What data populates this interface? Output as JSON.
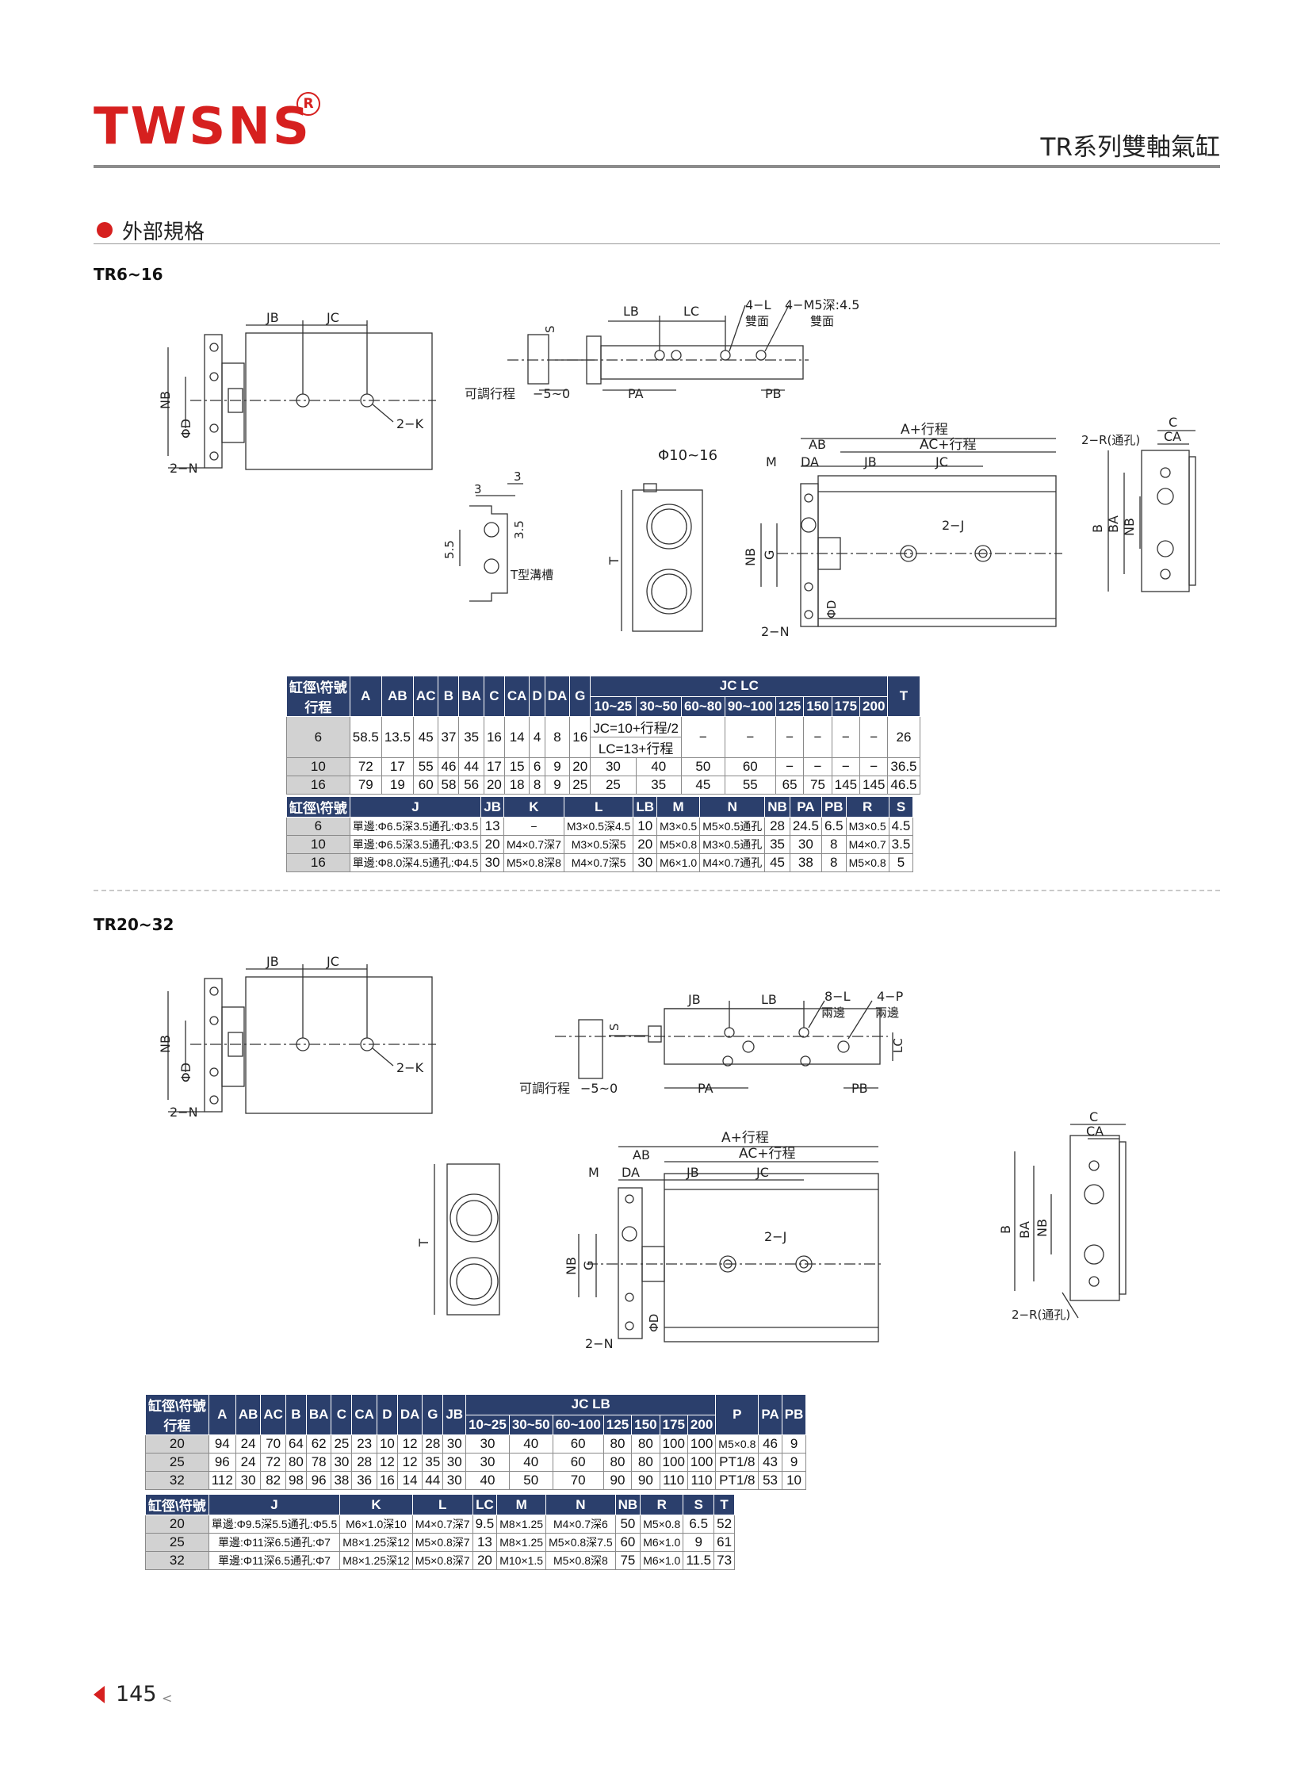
{
  "header": {
    "brand": "TWSNS",
    "registered": "R",
    "series_title": "TR系列雙軸氣缸"
  },
  "section": {
    "title": "外部規格"
  },
  "model_top": "TR6~16",
  "model_bottom": "TR20~32",
  "page": {
    "number": "145",
    "arrow": "<"
  },
  "drawing_labels": {
    "JB": "JB",
    "JC": "JC",
    "NB": "NB",
    "PHI_D": "ΦD",
    "TWO_N": "2−N",
    "TWO_K": "2−K",
    "LB": "LB",
    "LC": "LC",
    "FOUR_L": "4−L",
    "FOUR_M5": "4−M5深:4.5",
    "BOTH_SIDES": "雙面",
    "S": "S",
    "ADJ_STROKE": "可調行程",
    "FIVE_ZERO": "−5~0",
    "PA": "PA",
    "PB": "PB",
    "THREE": "3",
    "THREE_FIVE": "3.5",
    "FIVE_FIVE": "5.5",
    "T_SLOT": "T型溝槽",
    "PHI_10_16": "Φ10~16",
    "T": "T",
    "A_STROKE": "A+行程",
    "AC_STROKE": "AC+行程",
    "AB": "AB",
    "DA": "DA",
    "M": "M",
    "G": "G",
    "TWO_J": "2−J",
    "TWO_R": "2−R(通孔)",
    "C": "C",
    "CA": "CA",
    "B": "B",
    "BA": "BA",
    "EIGHT_L": "8−L",
    "FOUR_P": "4−P",
    "BOTH_SIDES_2": "兩邊"
  },
  "table1": {
    "corner_top": "缸徑\\符號",
    "corner_bottom": "行程",
    "cols": [
      "A",
      "AB",
      "AC",
      "B",
      "BA",
      "C",
      "CA",
      "D",
      "DA",
      "G"
    ],
    "jc_lc_header": "JC   LC",
    "stroke_cols": [
      "10~25",
      "30~50",
      "60~80",
      "90~100",
      "125",
      "150",
      "175",
      "200"
    ],
    "t_col": "T",
    "row6": {
      "bore": "6",
      "vals": [
        "58.5",
        "13.5",
        "45",
        "37",
        "35",
        "16",
        "14",
        "4",
        "8",
        "16"
      ],
      "formula_jc": "JC=10+行程/2",
      "formula_lc": "LC=13+行程",
      "dashes": [
        "−",
        "−",
        "−",
        "−",
        "−",
        "−"
      ],
      "t": "26"
    },
    "rows": [
      {
        "bore": "10",
        "vals": [
          "72",
          "17",
          "55",
          "46",
          "44",
          "17",
          "15",
          "6",
          "9",
          "20"
        ],
        "strokes": [
          "30",
          "40",
          "50",
          "60",
          "−",
          "−",
          "−",
          "−"
        ],
        "t": "36.5"
      },
      {
        "bore": "16",
        "vals": [
          "79",
          "19",
          "60",
          "58",
          "56",
          "20",
          "18",
          "8",
          "9",
          "25"
        ],
        "strokes": [
          "25",
          "35",
          "45",
          "55",
          "65",
          "75",
          "145",
          "145"
        ],
        "t": "46.5"
      }
    ]
  },
  "table2": {
    "corner": "缸徑\\符號",
    "cols": [
      "J",
      "JB",
      "K",
      "L",
      "LB",
      "M",
      "N",
      "NB",
      "PA",
      "PB",
      "R",
      "S"
    ],
    "rows": [
      [
        "6",
        "單邊:Φ6.5深3.5通孔:Φ3.5",
        "13",
        "−",
        "M3×0.5深4.5",
        "10",
        "M3×0.5",
        "M5×0.5通孔",
        "28",
        "24.5",
        "6.5",
        "M3×0.5",
        "4.5"
      ],
      [
        "10",
        "單邊:Φ6.5深3.5通孔:Φ3.5",
        "20",
        "M4×0.7深7",
        "M3×0.5深5",
        "20",
        "M5×0.8",
        "M3×0.5通孔",
        "35",
        "30",
        "8",
        "M4×0.7",
        "3.5"
      ],
      [
        "16",
        "單邊:Φ8.0深4.5通孔:Φ4.5",
        "30",
        "M5×0.8深8",
        "M4×0.7深5",
        "30",
        "M6×1.0",
        "M4×0.7通孔",
        "45",
        "38",
        "8",
        "M5×0.8",
        "5"
      ]
    ]
  },
  "table3": {
    "corner_top": "缸徑\\符號",
    "corner_bottom": "行程",
    "cols": [
      "A",
      "AB",
      "AC",
      "B",
      "BA",
      "C",
      "CA",
      "D",
      "DA",
      "G",
      "JB"
    ],
    "jc_lb_header": "JC   LB",
    "stroke_cols": [
      "10~25",
      "30~50",
      "60~100",
      "125",
      "150",
      "175",
      "200"
    ],
    "tail_cols": [
      "P",
      "PA",
      "PB"
    ],
    "rows": [
      {
        "bore": "20",
        "vals": [
          "94",
          "24",
          "70",
          "64",
          "62",
          "25",
          "23",
          "10",
          "12",
          "28",
          "30"
        ],
        "strokes": [
          "30",
          "40",
          "60",
          "80",
          "80",
          "100",
          "100"
        ],
        "tail": [
          "M5×0.8",
          "46",
          "9"
        ]
      },
      {
        "bore": "25",
        "vals": [
          "96",
          "24",
          "72",
          "80",
          "78",
          "30",
          "28",
          "12",
          "12",
          "35",
          "30"
        ],
        "strokes": [
          "30",
          "40",
          "60",
          "80",
          "80",
          "100",
          "100"
        ],
        "tail": [
          "PT1/8",
          "43",
          "9"
        ]
      },
      {
        "bore": "32",
        "vals": [
          "112",
          "30",
          "82",
          "98",
          "96",
          "38",
          "36",
          "16",
          "14",
          "44",
          "30"
        ],
        "strokes": [
          "40",
          "50",
          "70",
          "90",
          "90",
          "110",
          "110"
        ],
        "tail": [
          "PT1/8",
          "53",
          "10"
        ]
      }
    ]
  },
  "table4": {
    "corner": "缸徑\\符號",
    "cols": [
      "J",
      "K",
      "L",
      "LC",
      "M",
      "N",
      "NB",
      "R",
      "S",
      "T"
    ],
    "rows": [
      [
        "20",
        "單邊:Φ9.5深5.5通孔:Φ5.5",
        "M6×1.0深10",
        "M4×0.7深7",
        "9.5",
        "M8×1.25",
        "M4×0.7深6",
        "50",
        "M5×0.8",
        "6.5",
        "52"
      ],
      [
        "25",
        "單邊:Φ11深6.5通孔:Φ7",
        "M8×1.25深12",
        "M5×0.8深7",
        "13",
        "M8×1.25",
        "M5×0.8深7.5",
        "60",
        "M6×1.0",
        "9",
        "61"
      ],
      [
        "32",
        "單邊:Φ11深6.5通孔:Φ7",
        "M8×1.25深12",
        "M5×0.8深7",
        "20",
        "M10×1.5",
        "M5×0.8深8",
        "75",
        "M6×1.0",
        "11.5",
        "73"
      ]
    ]
  }
}
